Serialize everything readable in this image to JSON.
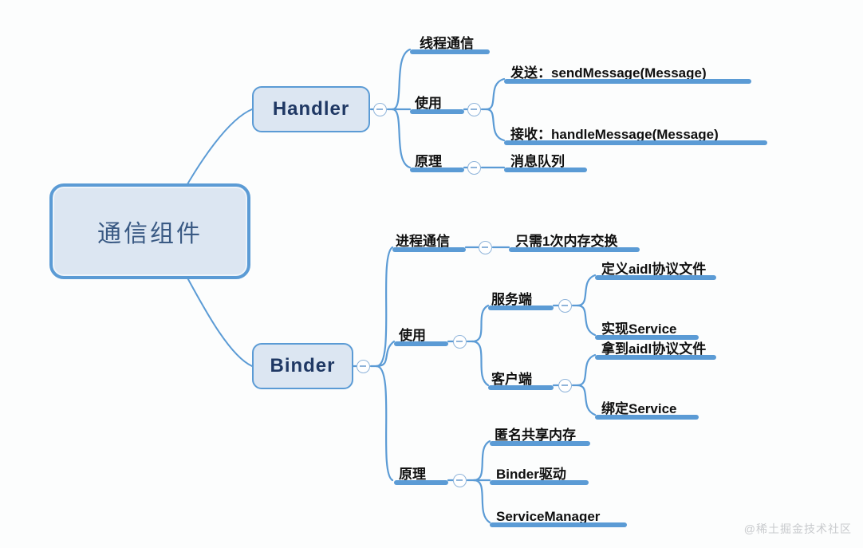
{
  "diagram": {
    "title": "通信组件",
    "watermark": "@稀土掘金技术社区",
    "accent_color": "#5b9bd5",
    "node_fill": "#dce6f2",
    "background": "#fcfdfd",
    "root_text_color": "#3a5a84",
    "branch_text_color": "#1f3864",
    "toggle_glyph": "minus"
  },
  "root": {
    "label": "通信组件"
  },
  "branches": [
    {
      "id": "handler",
      "label": "Handler",
      "topics": [
        {
          "id": "handler-thread-comm",
          "label": "线程通信",
          "children": []
        },
        {
          "id": "handler-usage",
          "label": "使用",
          "children": [
            {
              "id": "handler-send",
              "label": "发送：sendMessage(Message)"
            },
            {
              "id": "handler-receive",
              "label": "接收：handleMessage(Message)"
            }
          ]
        },
        {
          "id": "handler-principle",
          "label": "原理",
          "children": [
            {
              "id": "handler-msg-queue",
              "label": "消息队列"
            }
          ]
        }
      ]
    },
    {
      "id": "binder",
      "label": "Binder",
      "topics": [
        {
          "id": "binder-process-comm",
          "label": "进程通信",
          "children": [
            {
              "id": "binder-one-copy",
              "label": "只需1次内存交换"
            }
          ]
        },
        {
          "id": "binder-usage",
          "label": "使用",
          "children": [
            {
              "id": "binder-server",
              "label": "服务端",
              "children": [
                {
                  "id": "binder-define-aidl",
                  "label": "定义aidl协议文件"
                },
                {
                  "id": "binder-impl-service",
                  "label": "实现Service"
                }
              ]
            },
            {
              "id": "binder-client",
              "label": "客户端",
              "children": [
                {
                  "id": "binder-get-aidl",
                  "label": "拿到aidl协议文件"
                },
                {
                  "id": "binder-bind-service",
                  "label": "绑定Service"
                }
              ]
            }
          ]
        },
        {
          "id": "binder-principle",
          "label": "原理",
          "children": [
            {
              "id": "binder-ashmem",
              "label": "匿名共享内存"
            },
            {
              "id": "binder-driver",
              "label": "Binder驱动"
            },
            {
              "id": "binder-servicemanager",
              "label": "ServiceManager"
            }
          ]
        }
      ]
    }
  ]
}
